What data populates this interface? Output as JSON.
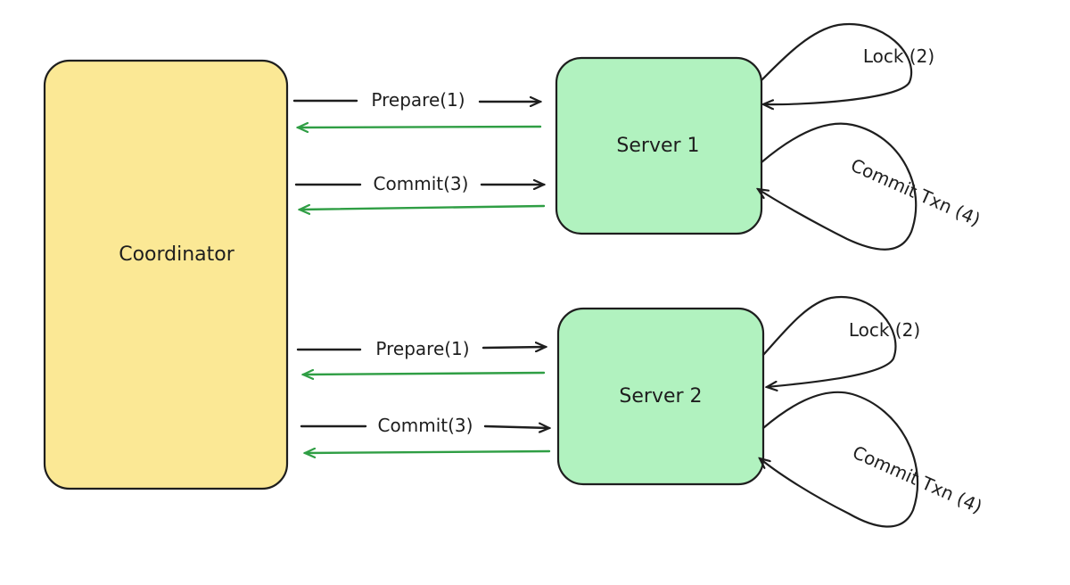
{
  "colors": {
    "coordinator_fill": "#fbe895",
    "server_fill": "#b1f2bf",
    "outline": "#1e1e1e",
    "request_arrow": "#1e1e1e",
    "response_arrow": "#2f9e44",
    "background": "#ffffff"
  },
  "nodes": {
    "coordinator": "Coordinator",
    "server1": "Server 1",
    "server2": "Server 2"
  },
  "edges": {
    "s1_prepare": "Prepare(1)",
    "s1_commit": "Commit(3)",
    "s2_prepare": "Prepare(1)",
    "s2_commit": "Commit(3)"
  },
  "self_loops": {
    "s1_lock": "Lock (2)",
    "s1_commit_txn": "Commit Txn (4)",
    "s2_lock": "Lock (2)",
    "s2_commit_txn": "Commit Txn (4)"
  }
}
